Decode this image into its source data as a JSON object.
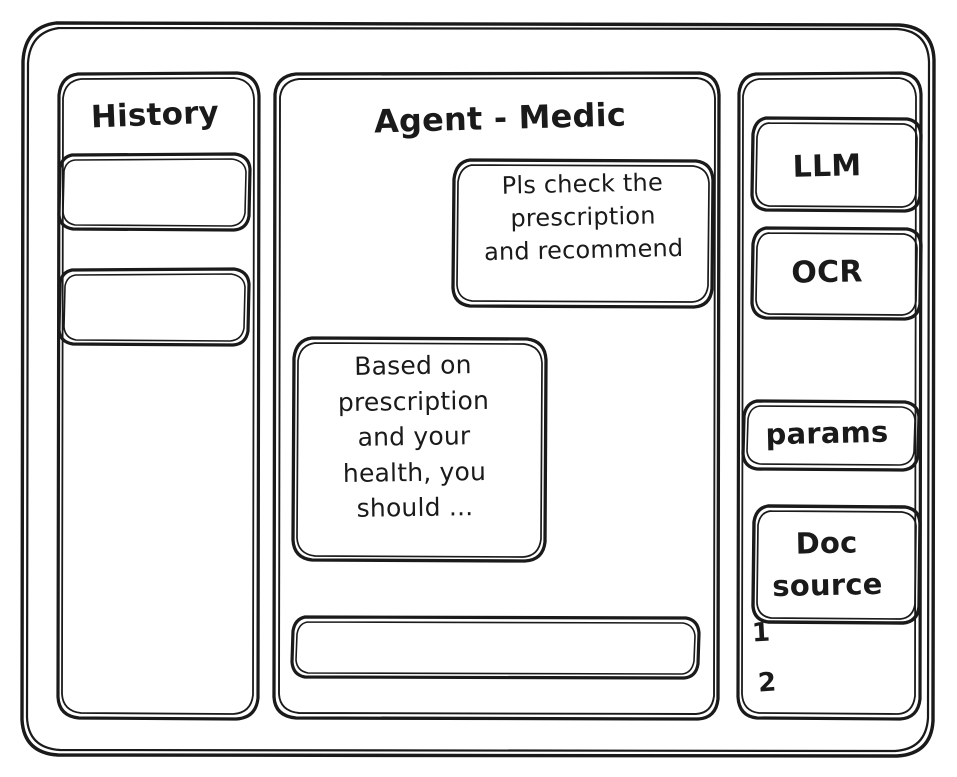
{
  "window": {
    "style": "hand-drawn-wireframe",
    "stroke_color": "#1a1a1a",
    "background_color": "#ffffff"
  },
  "sidebar_left": {
    "title": "History",
    "items": [
      {
        "label": "",
        "index": 1
      },
      {
        "label": "",
        "index": 2
      }
    ]
  },
  "main": {
    "title": "Agent - Medic",
    "messages": [
      {
        "role": "user",
        "align": "right",
        "text": "Pls check the\nprescription\nand recommend"
      },
      {
        "role": "assistant",
        "align": "left",
        "text": "Based on\nprescription\nand your\nhealth, you\nshould ..."
      }
    ],
    "composer": {
      "value": "",
      "placeholder": ""
    }
  },
  "sidebar_right": {
    "tools": [
      {
        "label": "LLM"
      },
      {
        "label": "OCR"
      },
      {
        "label": "params"
      },
      {
        "label": "Doc\nsource"
      }
    ],
    "doc_sources": [
      {
        "label": "1"
      },
      {
        "label": "2"
      }
    ]
  }
}
